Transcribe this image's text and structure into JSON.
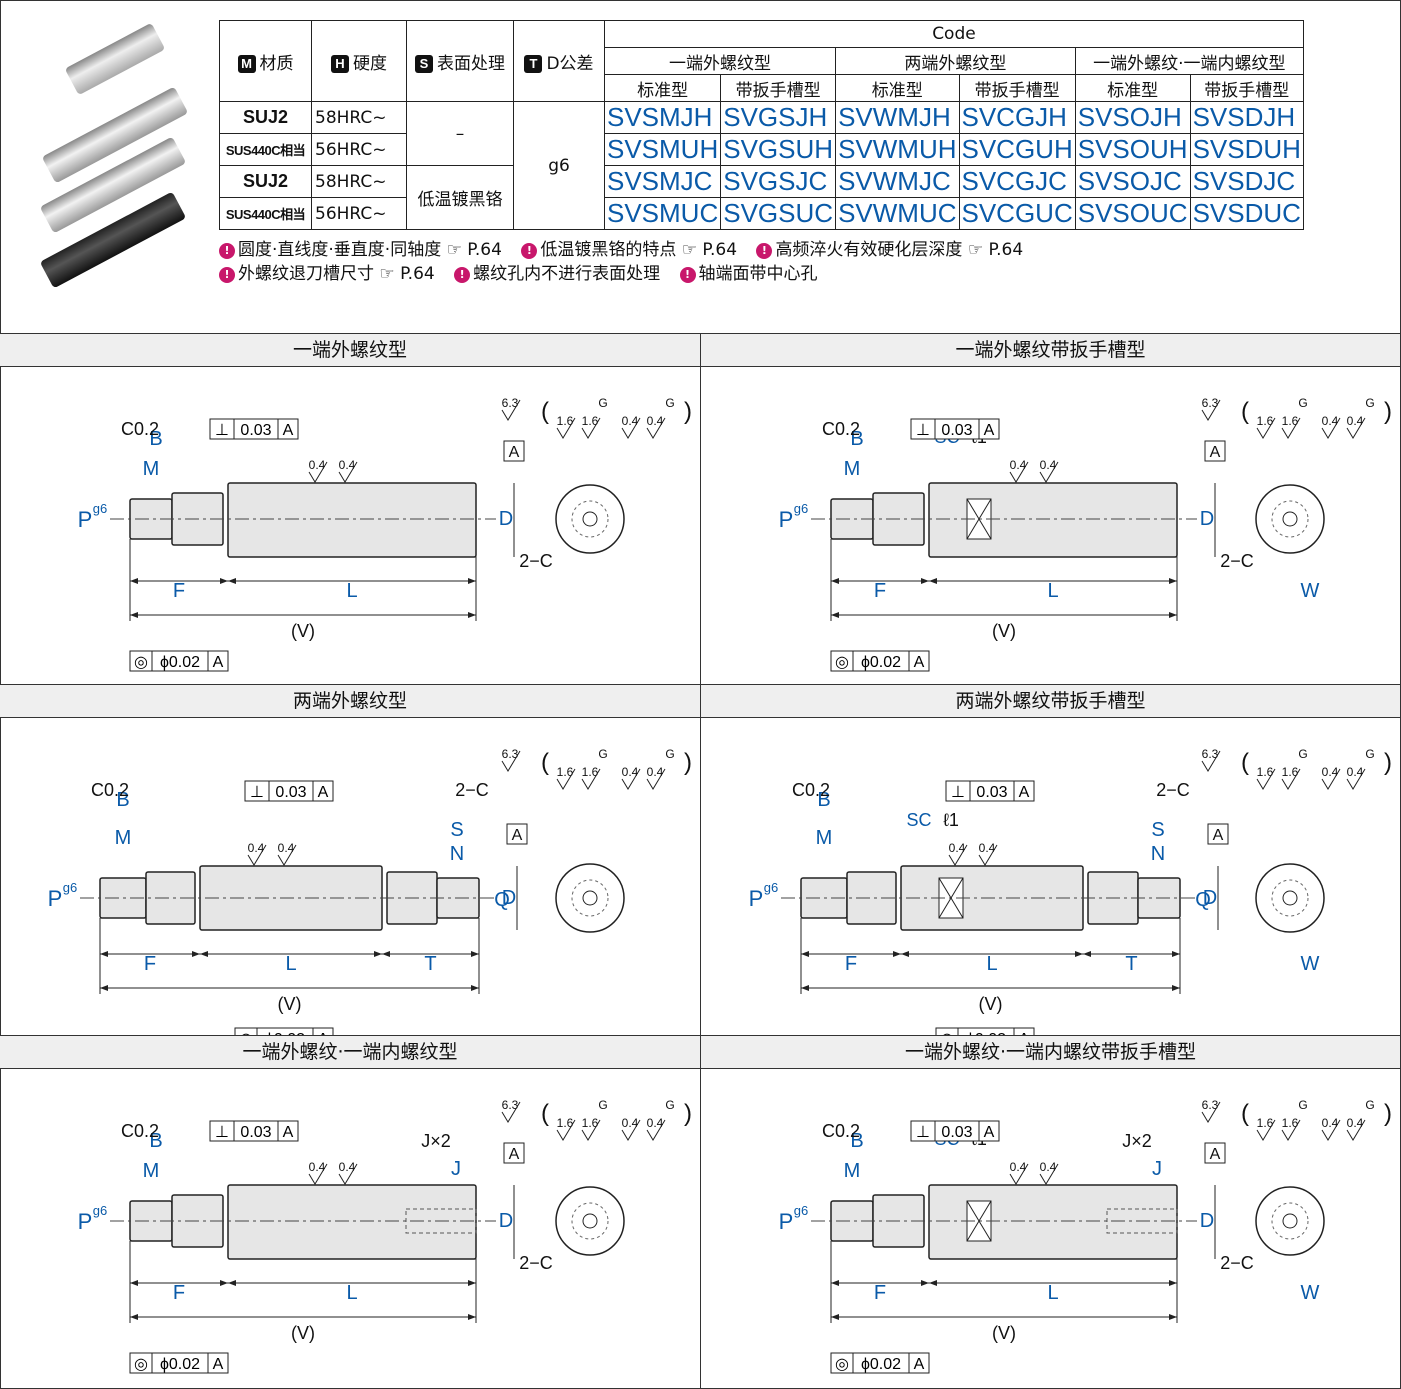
{
  "table": {
    "headers": {
      "material": "材质",
      "material_tag": "M",
      "hardness": "硬度",
      "hardness_tag": "H",
      "surface": "表面处理",
      "surface_tag": "S",
      "tolerance": "D公差",
      "tolerance_tag": "T",
      "code": "Code",
      "groups": [
        "一端外螺纹型",
        "两端外螺纹型",
        "一端外螺纹·一端内螺纹型"
      ],
      "sub": [
        "标准型",
        "带扳手槽型",
        "标准型",
        "带扳手槽型",
        "标准型",
        "带扳手槽型"
      ]
    },
    "rows": [
      {
        "material": "SUJ2",
        "hardness": "58HRC~",
        "codes": [
          "SVSMJH",
          "SVGSJH",
          "SVWMJH",
          "SVCGJH",
          "SVSOJH",
          "SVSDJH"
        ]
      },
      {
        "material": "SUS440C相当",
        "hardness": "56HRC~",
        "codes": [
          "SVSMUH",
          "SVGSUH",
          "SVWMUH",
          "SVCGUH",
          "SVSOUH",
          "SVSDUH"
        ]
      },
      {
        "material": "SUJ2",
        "hardness": "58HRC~",
        "codes": [
          "SVSMJC",
          "SVGSJC",
          "SVWMJC",
          "SVCGJC",
          "SVSOJC",
          "SVSDJC"
        ]
      },
      {
        "material": "SUS440C相当",
        "hardness": "56HRC~",
        "codes": [
          "SVSMUC",
          "SVGSUC",
          "SVWMUC",
          "SVCGUC",
          "SVSOUC",
          "SVSDUC"
        ]
      }
    ],
    "surface_values": [
      "–",
      "低温镀黑铬"
    ],
    "tolerance_value": "g6"
  },
  "notes": [
    {
      "text": "圆度·直线度·垂直度·同轴度",
      "ref": "P.64"
    },
    {
      "text": "低温镀黑铬的特点",
      "ref": "P.64"
    },
    {
      "text": "高频淬火有效硬化层深度",
      "ref": "P.64"
    },
    {
      "text": "外螺纹退刀槽尺寸",
      "ref": "P.64"
    },
    {
      "text": "螺纹孔内不进行表面处理",
      "ref": ""
    },
    {
      "text": "轴端面带中心孔",
      "ref": ""
    }
  ],
  "ref_icon": "pointing-hand-icon",
  "panels": [
    {
      "title": "一端外螺纹型"
    },
    {
      "title": "一端外螺纹带扳手槽型"
    },
    {
      "title": "两端外螺纹型"
    },
    {
      "title": "两端外螺纹带扳手槽型"
    },
    {
      "title": "一端外螺纹·一端内螺纹型"
    },
    {
      "title": "一端外螺纹·一端内螺纹带扳手槽型"
    }
  ],
  "dims": {
    "chamfer": "C0.2",
    "chamfer2": "2−C",
    "perp": "0.03",
    "datum": "A",
    "concentric": "ϕ0.02",
    "rough_main": "6.3",
    "rough_a": "1.6",
    "rough_b": "0.4",
    "grind": "G",
    "B": "B",
    "M": "M",
    "P": "P",
    "g6": "g6",
    "D": "D",
    "F": "F",
    "L": "L",
    "V": "(V)",
    "SC": "SC",
    "l1": "ℓ1",
    "W": "W",
    "S": "S",
    "N": "N",
    "Q": "Q",
    "T": "T",
    "J": "J",
    "J2": "J×2"
  },
  "colors": {
    "accent": "#0a5aa8",
    "bullet": "#c8176b",
    "title_bg": "#efefef"
  }
}
